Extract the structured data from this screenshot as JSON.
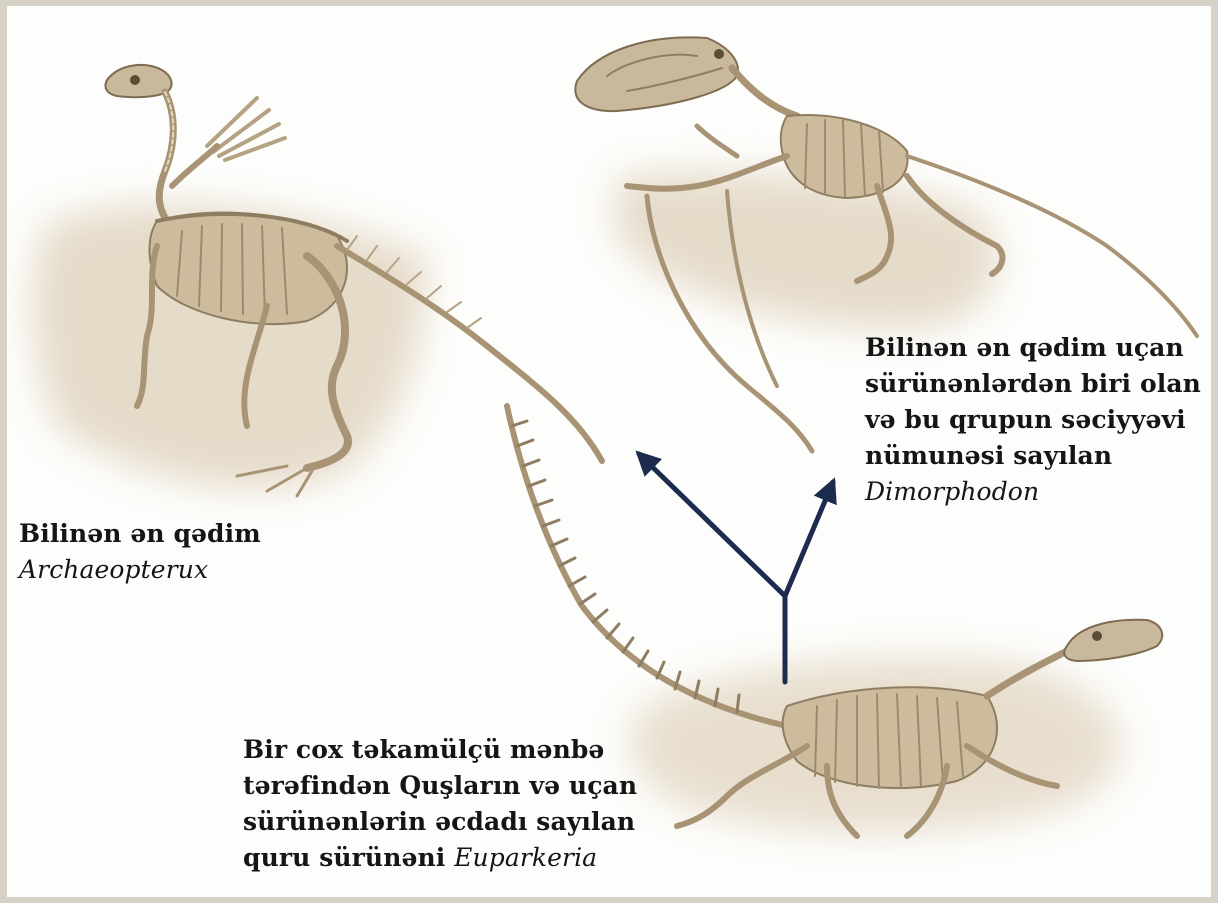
{
  "colors": {
    "frame": "#d8d2c6",
    "background": "#fdfdfb",
    "arrow": "#1c2b4e",
    "bone": "#c9b99c",
    "bone_dark": "#8f7d62",
    "shadow": "#cfbfa5"
  },
  "figures": {
    "archaeopteryx": {
      "icon": "archaeopteryx-skeleton"
    },
    "dimorphodon": {
      "icon": "dimorphodon-skeleton"
    },
    "euparkeria": {
      "icon": "euparkeria-skeleton"
    }
  },
  "captions": {
    "archaeopteryx": {
      "line1": "Bilinən ən qədim",
      "species": "Archaeopterux"
    },
    "dimorphodon": {
      "line1": "Bilinən ən qədim uçan",
      "line2": "sürünənlərdən biri olan",
      "line3": "və bu qrupun səciyyəvi",
      "line4": "nümunəsi sayılan",
      "species": "Dimorphodon"
    },
    "euparkeria": {
      "line1": "Bir cox təkamülçü mənbə",
      "line2": "tərəfindən Quşların və uçan",
      "line3": "sürünənlərin əcdadı sayılan",
      "line4_prefix": "quru sürünəni ",
      "species": "Euparkeria"
    }
  }
}
